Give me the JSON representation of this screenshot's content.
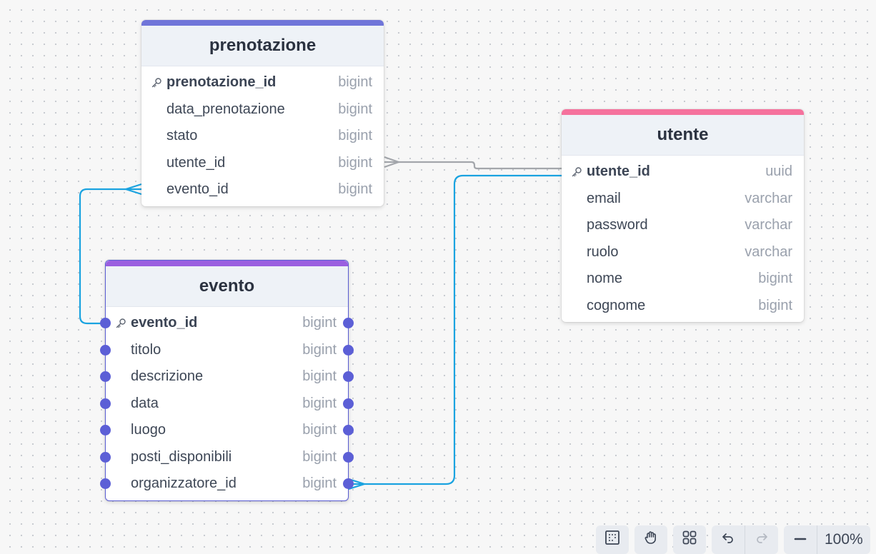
{
  "tables": {
    "prenotazione": {
      "title": "prenotazione",
      "accent": "#6f75d9",
      "columns": [
        {
          "name": "prenotazione_id",
          "type": "bigint",
          "pk": true
        },
        {
          "name": "data_prenotazione",
          "type": "bigint"
        },
        {
          "name": "stato",
          "type": "bigint"
        },
        {
          "name": "utente_id",
          "type": "bigint"
        },
        {
          "name": "evento_id",
          "type": "bigint"
        }
      ]
    },
    "utente": {
      "title": "utente",
      "accent": "#f5729d",
      "columns": [
        {
          "name": "utente_id",
          "type": "uuid",
          "pk": true
        },
        {
          "name": "email",
          "type": "varchar"
        },
        {
          "name": "password",
          "type": "varchar"
        },
        {
          "name": "ruolo",
          "type": "varchar"
        },
        {
          "name": "nome",
          "type": "bigint"
        },
        {
          "name": "cognome",
          "type": "bigint"
        }
      ]
    },
    "evento": {
      "title": "evento",
      "accent": "#9a5fe0",
      "columns": [
        {
          "name": "evento_id",
          "type": "bigint",
          "pk": true
        },
        {
          "name": "titolo",
          "type": "bigint"
        },
        {
          "name": "descrizione",
          "type": "bigint"
        },
        {
          "name": "data",
          "type": "bigint"
        },
        {
          "name": "luogo",
          "type": "bigint"
        },
        {
          "name": "posti_disponibili",
          "type": "bigint"
        },
        {
          "name": "organizzatore_id",
          "type": "bigint"
        }
      ]
    }
  },
  "relationships": [
    {
      "from": "prenotazione.utente_id",
      "to": "utente.utente_id",
      "cardinality": "many-to-one",
      "color": "#a3a6ab"
    },
    {
      "from": "prenotazione.evento_id",
      "to": "evento.evento_id",
      "cardinality": "many-to-one",
      "color": "#1aa3e0"
    },
    {
      "from": "evento.organizzatore_id",
      "to": "utente.utente_id",
      "cardinality": "many-to-one",
      "color": "#1aa3e0"
    }
  ],
  "toolbar": {
    "buttons": [
      {
        "icon": "fit-view-icon"
      },
      {
        "icon": "hand-pan-icon"
      },
      {
        "icon": "grid-layout-icon"
      },
      {
        "icon": "undo-icon"
      },
      {
        "icon": "redo-icon"
      },
      {
        "icon": "zoom-out-icon"
      }
    ],
    "zoom_label": "100%"
  }
}
